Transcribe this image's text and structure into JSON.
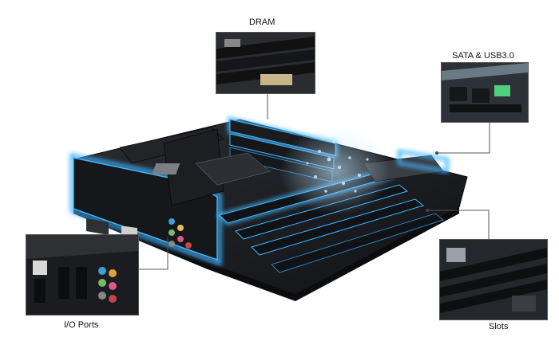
{
  "callouts": {
    "dram": {
      "label": "DRAM"
    },
    "sata_usb": {
      "label": "SATA & USB3.0"
    },
    "io_ports": {
      "label": "I/O Ports"
    },
    "slots": {
      "label": "Slots"
    }
  },
  "colors": {
    "accent_glow": "#3fb6ff",
    "board": "#1b1d21",
    "board_dark": "#0e0f12",
    "leader_line": "#555555"
  },
  "icons": {
    "board": "motherboard-illustration",
    "dram": "dram-slots-photo",
    "sata": "sata-usb-ports-photo",
    "io": "io-ports-photo",
    "slots": "expansion-slots-photo"
  }
}
